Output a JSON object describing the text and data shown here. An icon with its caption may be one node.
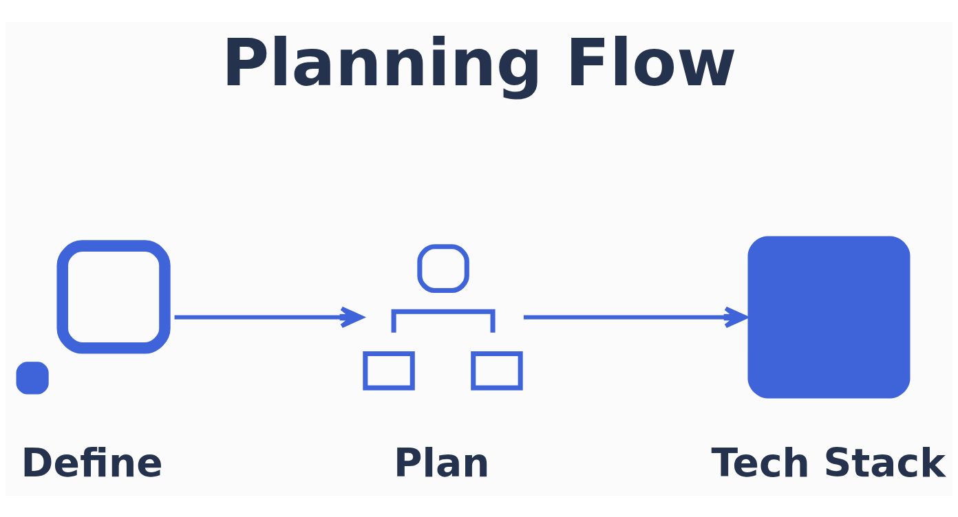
{
  "diagram": {
    "title": "Planning Flow",
    "nodes": [
      {
        "text": [
          "Define"
        ]
      },
      {
        "text": [
          "Plan"
        ]
      },
      {
        "text": [
          "Tech Stack"
        ]
      }
    ],
    "edges": [
      {
        "from": 0,
        "to": 1,
        "arrow": "to"
      },
      {
        "from": 1,
        "to": 2,
        "arrow": "to"
      }
    ]
  }
}
